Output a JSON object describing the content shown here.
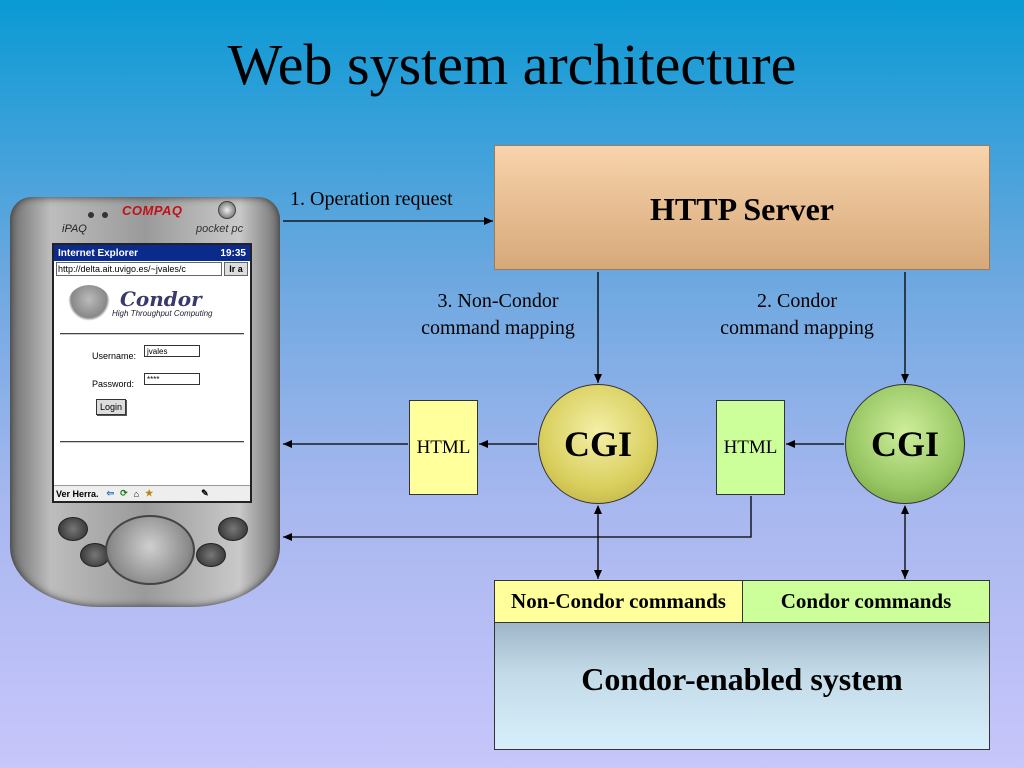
{
  "slide": {
    "title": "Web system architecture"
  },
  "diagram": {
    "http_server": "HTTP Server",
    "arrow_request": "1. Operation request",
    "label_condor_mapping_1": "2. Condor",
    "label_condor_mapping_2": "command mapping",
    "label_noncondor_mapping_1": "3. Non-Condor",
    "label_noncondor_mapping_2": "command mapping",
    "html_left": "HTML",
    "html_right": "HTML",
    "cgi_left": "CGI",
    "cgi_right": "CGI",
    "non_condor_commands": "Non-Condor commands",
    "condor_commands": "Condor commands",
    "system": "Condor-enabled system"
  },
  "device": {
    "brand": "COMPAQ",
    "model": "iPAQ",
    "os": "pocket pc",
    "browser_title": "Internet Explorer",
    "clock": "19:35",
    "url": "http://delta.ait.uvigo.es/~jvales/c",
    "go_label": "Ir a",
    "logo_text": "Condor",
    "logo_subtitle": "High Throughput Computing",
    "username_label": "Username:",
    "username_value": "jvales",
    "password_label": "Password:",
    "password_value": "****",
    "login_label": "Login",
    "taskbar_label": "Ver Herra."
  },
  "colors": {
    "http_server": "#e8bf93",
    "html_left_fill": "#ffff9c",
    "html_right_fill": "#ccff99",
    "cgi_left_fill": "#d9cf5e",
    "cgi_right_fill": "#98c764"
  }
}
